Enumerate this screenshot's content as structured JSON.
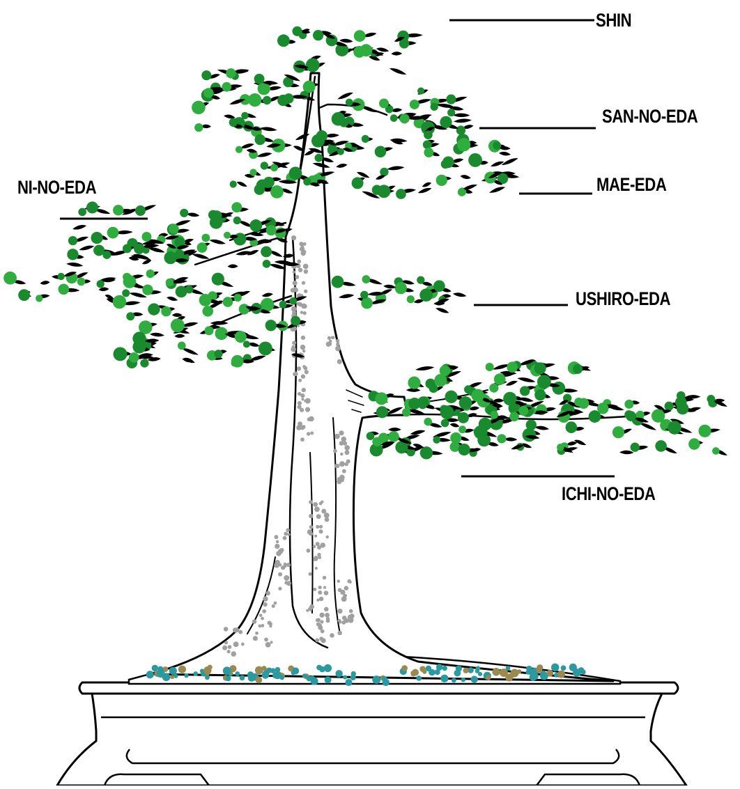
{
  "labels": {
    "shin": "SHIN",
    "san_no_eda": "SAN-NO-EDA",
    "mae_eda": "MAE-EDA",
    "ni_no_eda": "NI-NO-EDA",
    "ushiro_eda": "USHIRO-EDA",
    "ichi_no_eda": "ICHI-NO-EDA"
  },
  "colors": {
    "line": "#000000",
    "background": "#ffffff",
    "foliage": "#1a8a2e",
    "foliage_light": "#2fae3f",
    "bark_texture": "#a0a0a0",
    "moss_teal": "#2a9aa0",
    "moss_olive": "#9a8a50"
  }
}
